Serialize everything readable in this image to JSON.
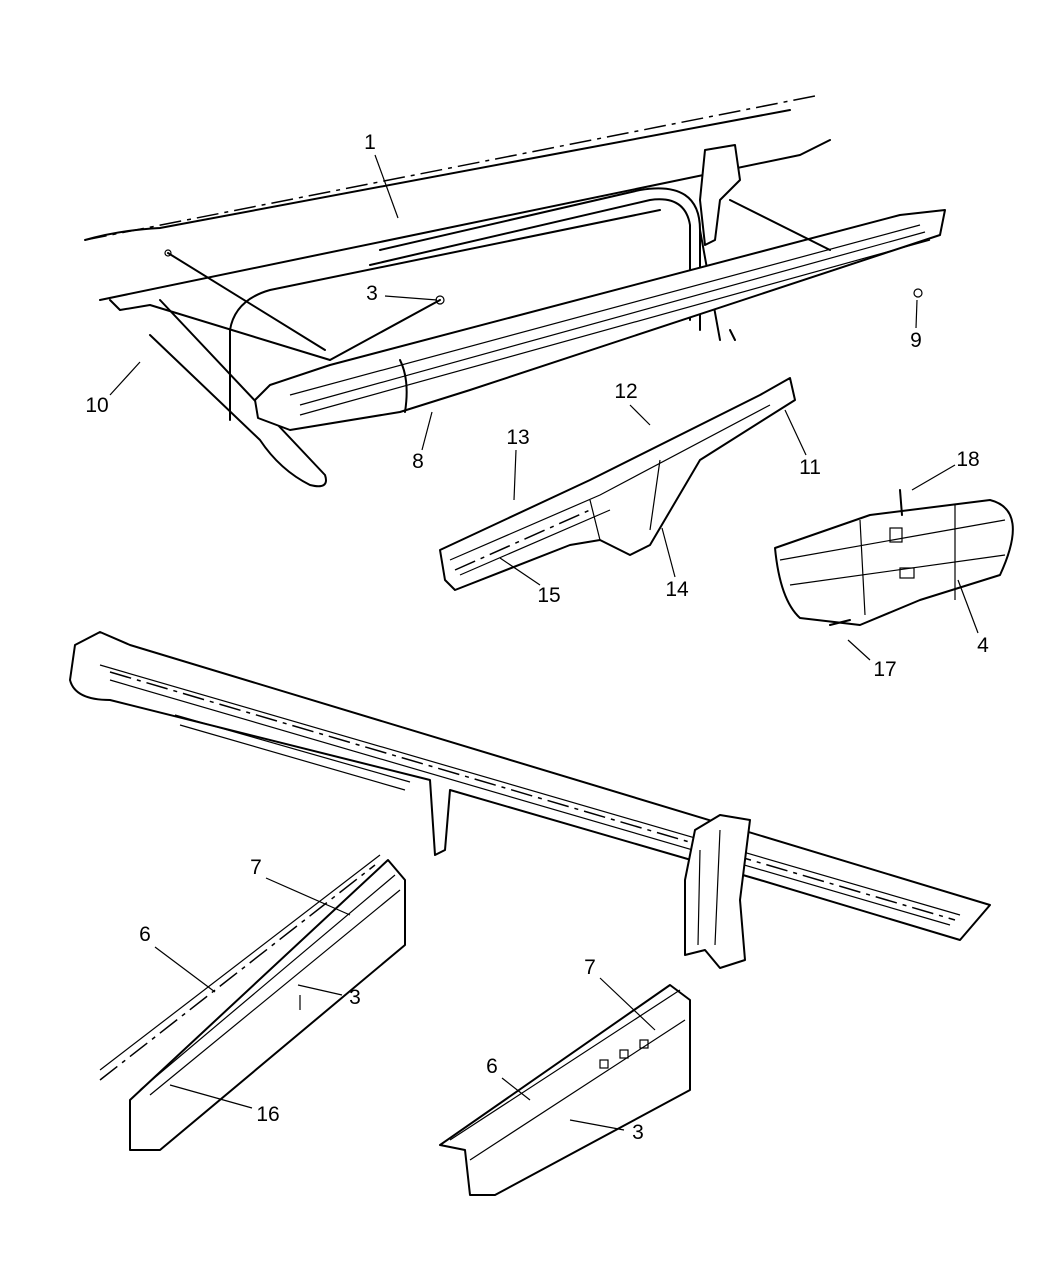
{
  "diagram": {
    "type": "exploded-parts-diagram",
    "callouts": [
      {
        "id": "c1",
        "label": "1"
      },
      {
        "id": "c3a",
        "label": "3"
      },
      {
        "id": "c9",
        "label": "9"
      },
      {
        "id": "c10",
        "label": "10"
      },
      {
        "id": "c8",
        "label": "8"
      },
      {
        "id": "c12",
        "label": "12"
      },
      {
        "id": "c13",
        "label": "13"
      },
      {
        "id": "c11",
        "label": "11"
      },
      {
        "id": "c18",
        "label": "18"
      },
      {
        "id": "c15",
        "label": "15"
      },
      {
        "id": "c14",
        "label": "14"
      },
      {
        "id": "c17",
        "label": "17"
      },
      {
        "id": "c4",
        "label": "4"
      },
      {
        "id": "c7a",
        "label": "7"
      },
      {
        "id": "c6a",
        "label": "6"
      },
      {
        "id": "c3b",
        "label": "3"
      },
      {
        "id": "c16",
        "label": "16"
      },
      {
        "id": "c7b",
        "label": "7"
      },
      {
        "id": "c6b",
        "label": "6"
      },
      {
        "id": "c3c",
        "label": "3"
      }
    ]
  }
}
